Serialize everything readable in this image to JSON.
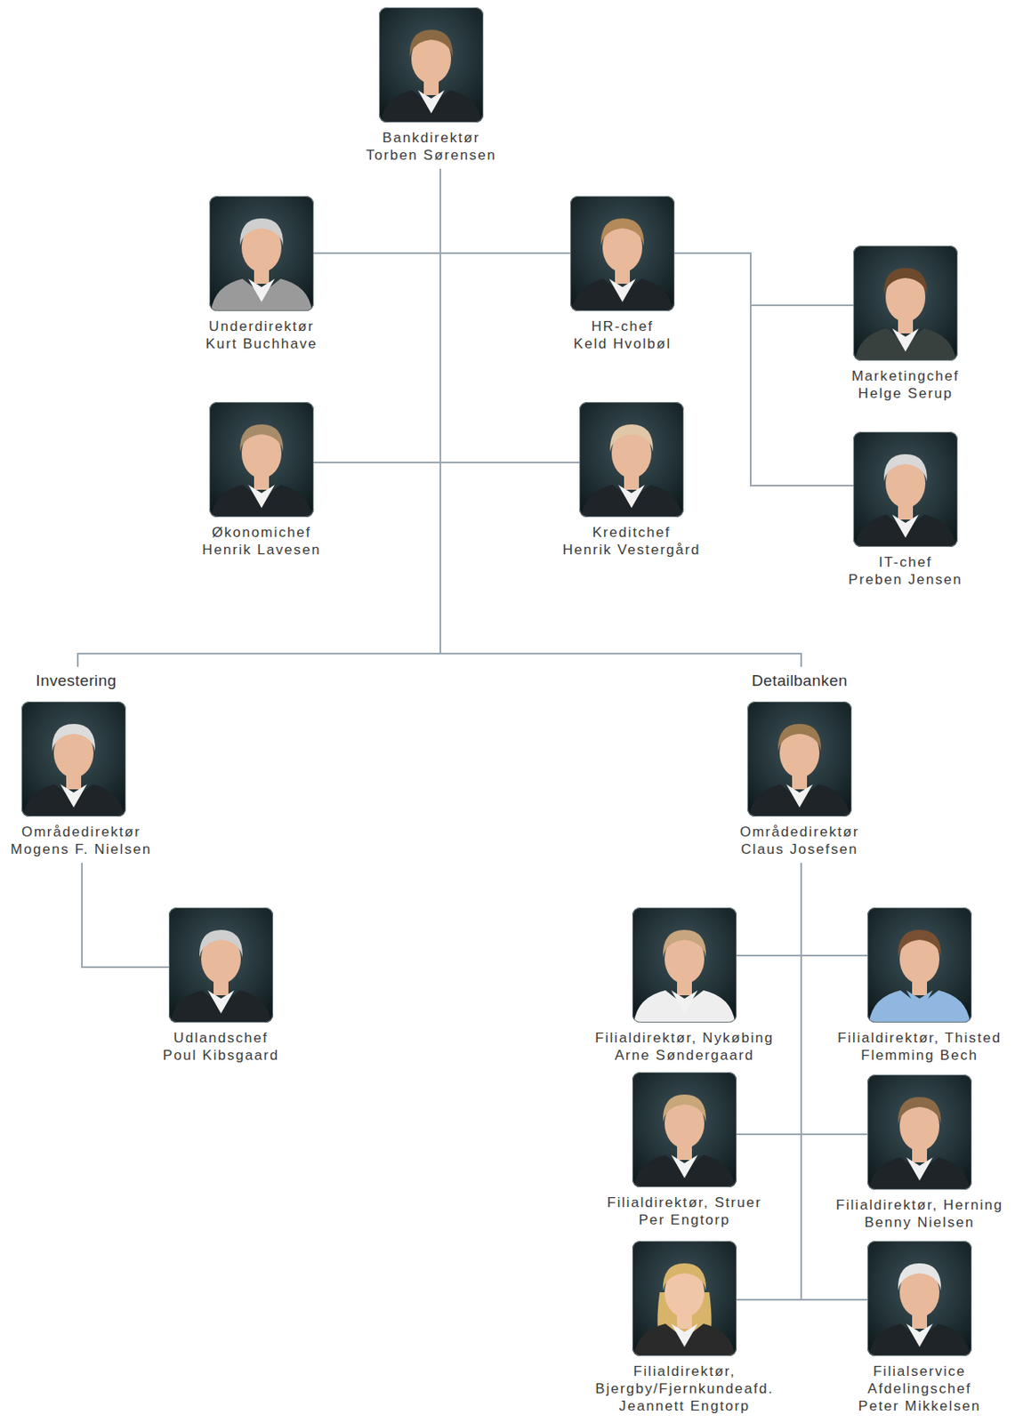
{
  "diagram": {
    "nodes": [
      {
        "text": [
          "Bankdirektør",
          "Torben Sørensen"
        ]
      },
      {
        "text": [
          "Underdirektør",
          "Kurt Buchhave"
        ]
      },
      {
        "text": [
          "HR-chef",
          "Keld Hvolbøl"
        ]
      },
      {
        "text": [
          "Marketingchef",
          "Helge Serup"
        ]
      },
      {
        "text": [
          "Økonomichef",
          "Henrik Lavesen"
        ]
      },
      {
        "text": [
          "Kreditchef",
          "Henrik Vestergård"
        ]
      },
      {
        "text": [
          "IT-chef",
          "Preben Jensen"
        ]
      },
      {
        "text": [
          "Investering",
          "Områdedirektør",
          "Mogens F. Nielsen"
        ]
      },
      {
        "text": [
          "Detailbanken",
          "Områdedirektør",
          "Claus Josefsen"
        ]
      },
      {
        "text": [
          "Udlandschef",
          "Poul Kibsgaard"
        ]
      },
      {
        "text": [
          "Filialdirektør, Nykøbing",
          "Arne Søndergaard"
        ]
      },
      {
        "text": [
          "Filialdirektør, Thisted",
          "Flemming Bech"
        ]
      },
      {
        "text": [
          "Filialdirektør, Struer",
          "Per Engtorp"
        ]
      },
      {
        "text": [
          "Filialdirektør, Herning",
          "Benny Nielsen"
        ]
      },
      {
        "text": [
          "Filialdirektør, Bjergby/Fjernkundeafd.",
          "Jeannett Engtorp"
        ]
      },
      {
        "text": [
          "Filialservice Afdelingschef",
          "Peter Mikkelsen"
        ]
      }
    ],
    "edges": [
      {
        "from": 0,
        "to": 1,
        "arrow": "none"
      },
      {
        "from": 0,
        "to": 2,
        "arrow": "none"
      },
      {
        "from": 0,
        "to": 4,
        "arrow": "none"
      },
      {
        "from": 0,
        "to": 5,
        "arrow": "none"
      },
      {
        "from": 0,
        "to": 7,
        "arrow": "none"
      },
      {
        "from": 0,
        "to": 8,
        "arrow": "none"
      },
      {
        "from": 2,
        "to": 3,
        "arrow": "none"
      },
      {
        "from": 2,
        "to": 6,
        "arrow": "none"
      },
      {
        "from": 7,
        "to": 9,
        "arrow": "none"
      },
      {
        "from": 8,
        "to": 10,
        "arrow": "none"
      },
      {
        "from": 8,
        "to": 11,
        "arrow": "none"
      },
      {
        "from": 8,
        "to": 12,
        "arrow": "none"
      },
      {
        "from": 8,
        "to": 13,
        "arrow": "none"
      },
      {
        "from": 8,
        "to": 14,
        "arrow": "none"
      },
      {
        "from": 8,
        "to": 15,
        "arrow": "none"
      }
    ]
  }
}
